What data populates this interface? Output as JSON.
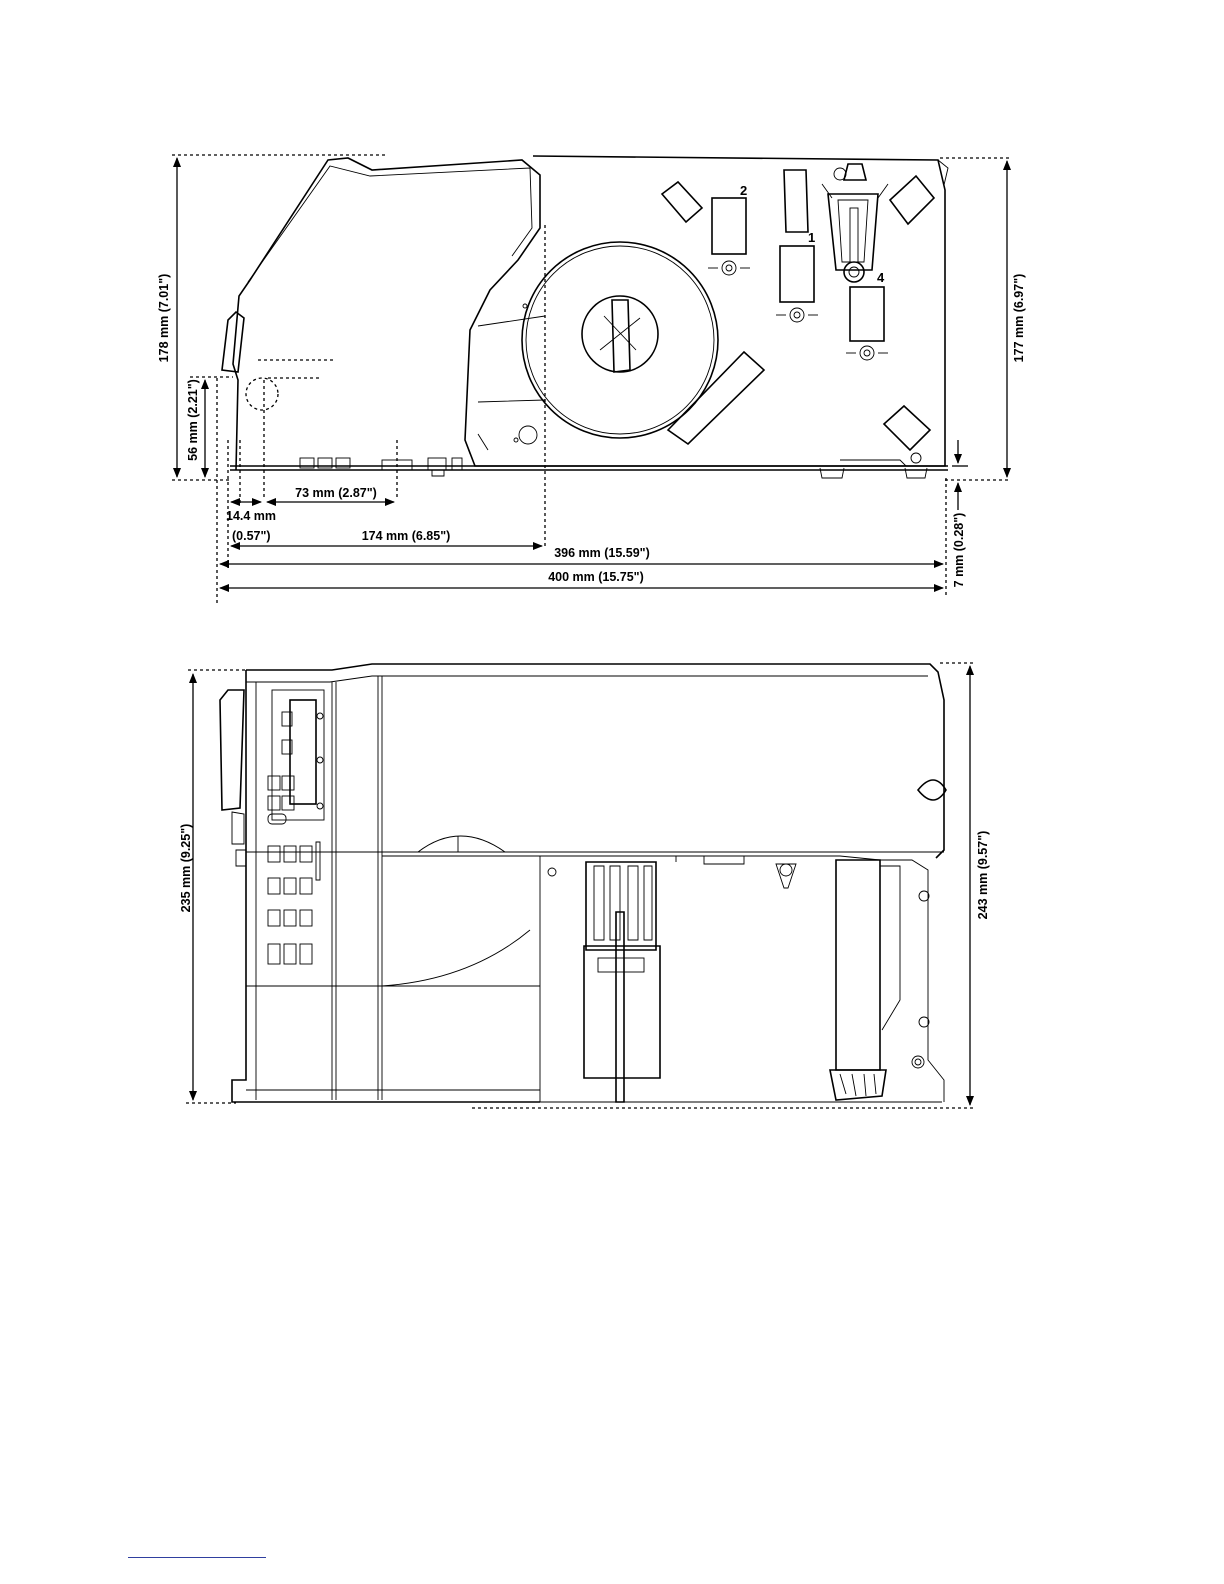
{
  "side_view": {
    "dims": {
      "height_left": "178 mm (7.01\")",
      "height_lower": "56 mm (2.21\")",
      "height_right": "177 mm (6.97\")",
      "foot": "7 mm (0.28\")",
      "offset_a_line1": "14.4 mm",
      "offset_a_line2": "(0.57\")",
      "offset_b": "73 mm (2.87\")",
      "offset_c": "174 mm (6.85\")",
      "length_inner": "396 mm (15.59\")",
      "length_total": "400 mm (15.75\")"
    },
    "callouts": [
      "2",
      "1",
      "4"
    ]
  },
  "front_view": {
    "dims": {
      "height_left": "235 mm (9.25\")",
      "height_right": "243 mm (9.57\")"
    }
  }
}
